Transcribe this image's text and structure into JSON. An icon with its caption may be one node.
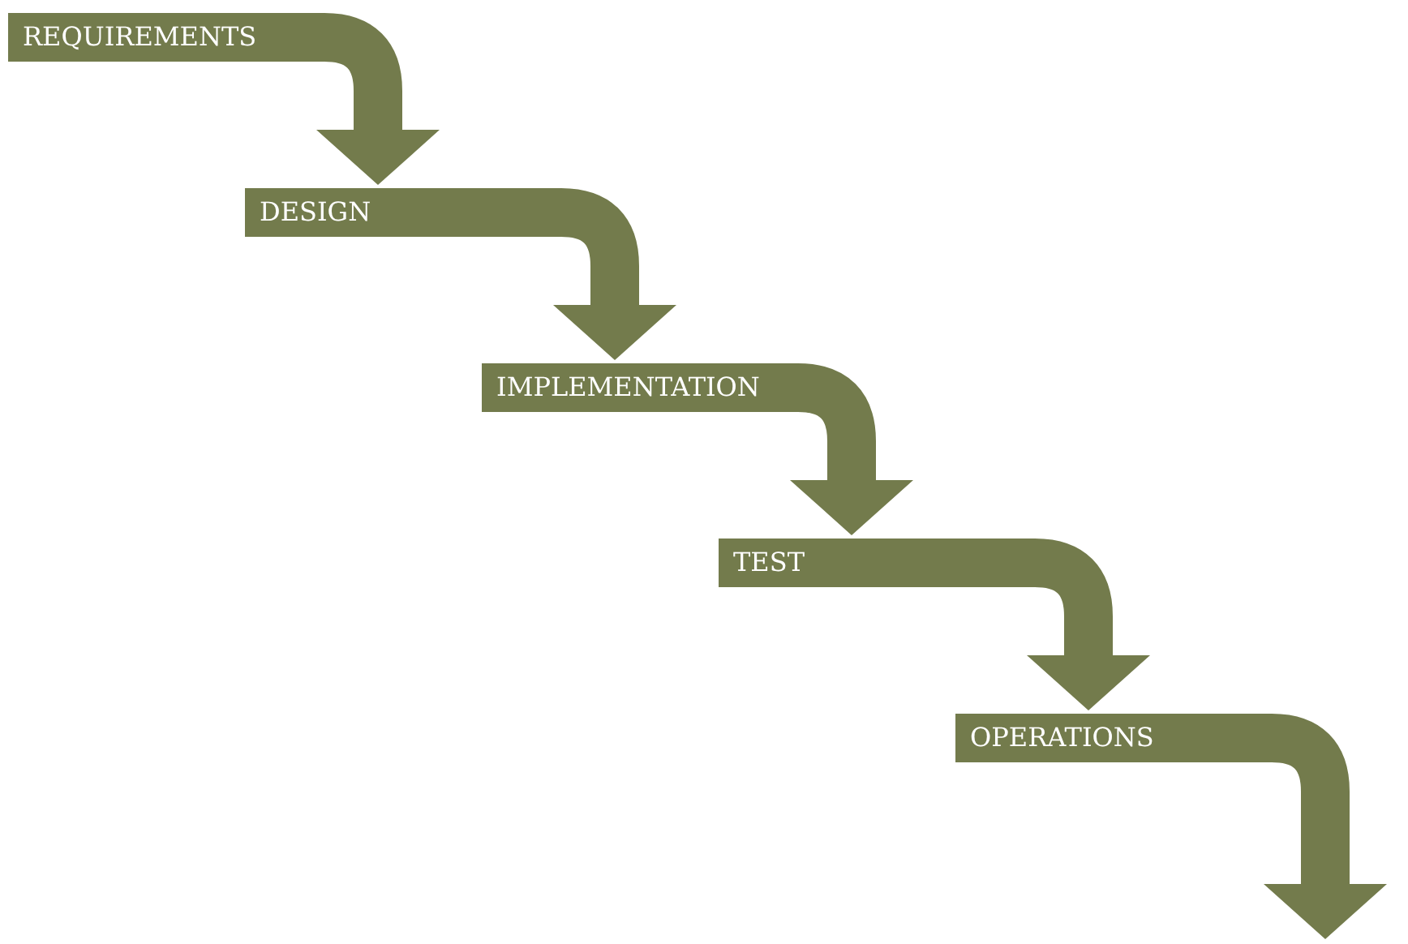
{
  "diagram": {
    "nodes": [
      {
        "text": [
          "REQUIREMENTS"
        ]
      },
      {
        "text": [
          "DESIGN"
        ]
      },
      {
        "text": [
          "IMPLEMENTATION"
        ]
      },
      {
        "text": [
          "TEST"
        ]
      },
      {
        "text": [
          "OPERATIONS"
        ]
      }
    ],
    "edges": [
      {
        "from": 0,
        "to": 1,
        "arrow": "to"
      },
      {
        "from": 1,
        "to": 2,
        "arrow": "to"
      },
      {
        "from": 2,
        "to": 3,
        "arrow": "to"
      },
      {
        "from": 3,
        "to": 4,
        "arrow": "to"
      },
      {
        "from": 4,
        "to": null,
        "arrow": "to"
      }
    ]
  }
}
